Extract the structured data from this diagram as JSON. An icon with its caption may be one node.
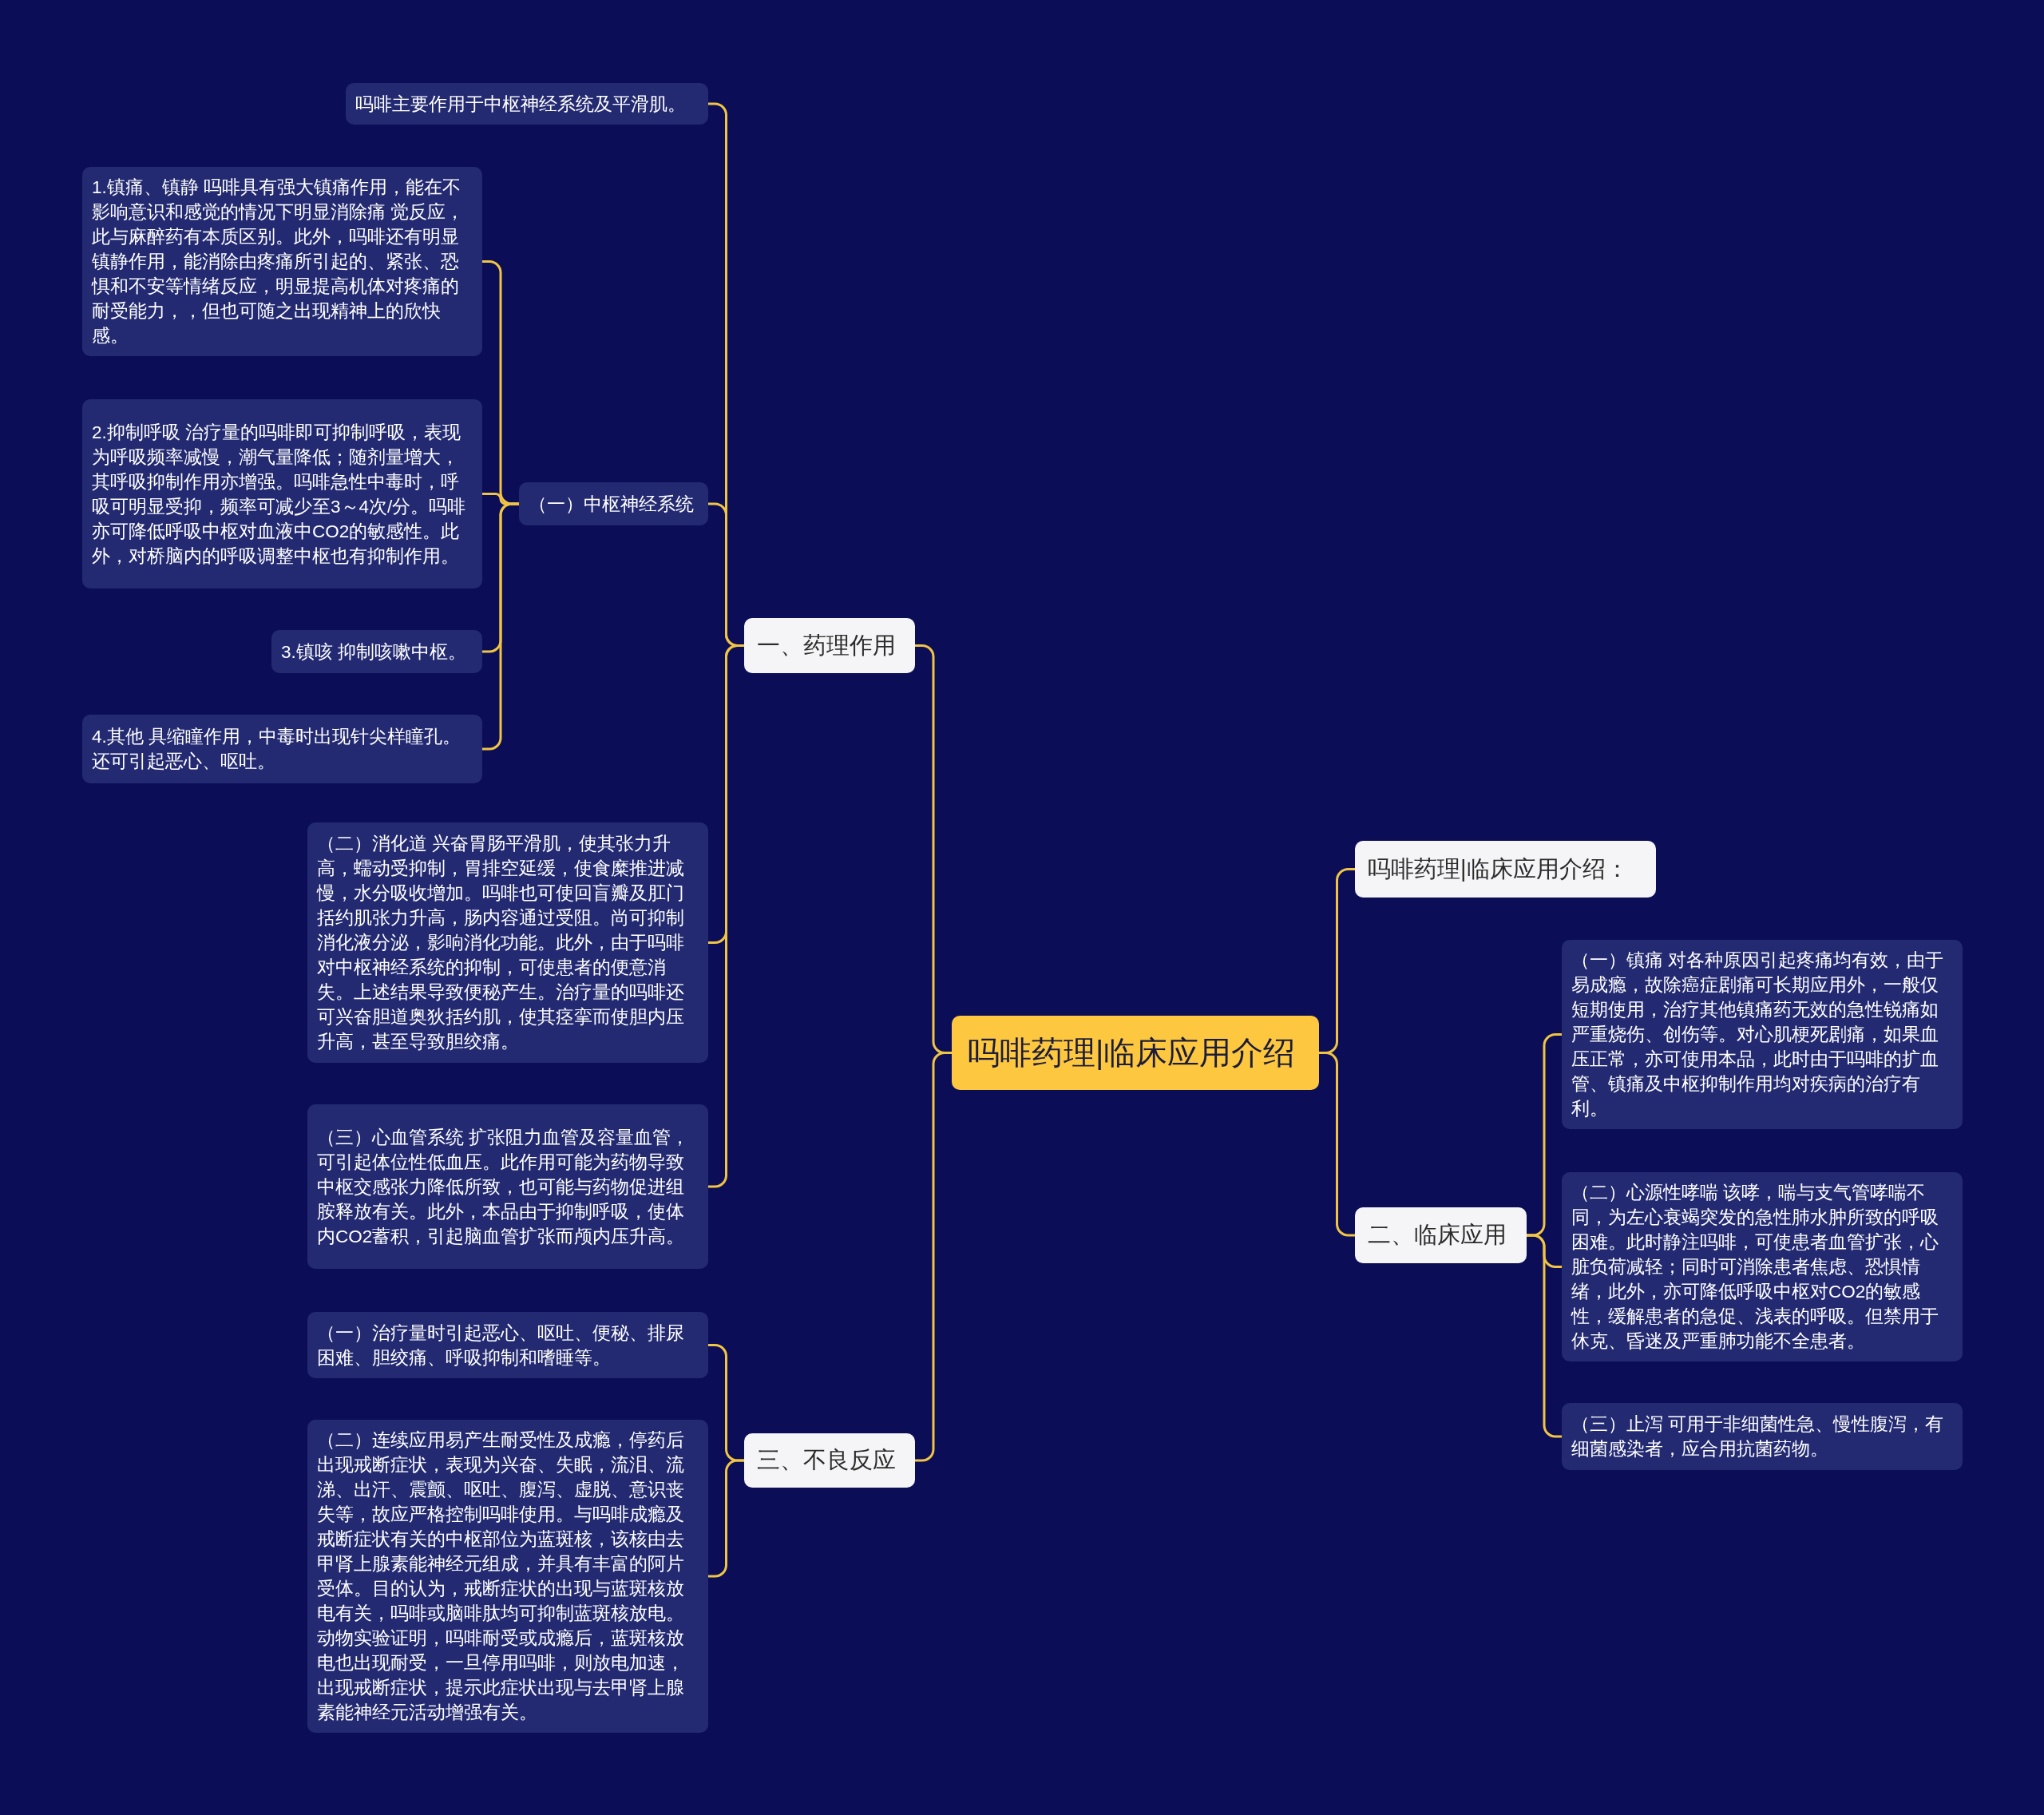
{
  "diagram": {
    "nodes": [
      {
        "text": [
          "吗啡药理|临床应用介绍"
        ]
      },
      {
        "text": [
          "一、药理作用"
        ]
      },
      {
        "text": [
          "吗啡主要作用于中枢神经系统及平滑肌。"
        ]
      },
      {
        "text": [
          "（一）中枢神经系统"
        ]
      },
      {
        "text": [
          "1.镇痛、镇静 吗啡具有强大镇痛作用，能在不影响意识和感觉的情况下明显消除痛 觉反应，此与麻醉药有本质区别。此外，吗啡还有明显镇静作用，能消除由疼痛所引起的、紧张、恐惧和不安等情绪反应，明显提高机体对疼痛的耐受能力，，但也可随之出现精神上的欣快感。"
        ]
      },
      {
        "text": [
          "2.抑制呼吸 治疗量的吗啡即可抑制呼吸，表现为呼吸频率减慢，潮气量降低；随剂量增大，其呼吸抑制作用亦增强。吗啡急性中毒时，呼吸可明显受抑，频率可减少至3～4次/分。吗啡亦可降低呼吸中枢对血液中CO2的敏感性。此外，对桥脑内的呼吸调整中枢也有抑制作用。"
        ]
      },
      {
        "text": [
          "3.镇咳 抑制咳嗽中枢。"
        ]
      },
      {
        "text": [
          "4.其他 具缩瞳作用，中毒时出现针尖样瞳孔。还可引起恶心、呕吐。"
        ]
      },
      {
        "text": [
          "（二）消化道 兴奋胃肠平滑肌，使其张力升高，蠕动受抑制，胃排空延缓，使食糜推进减慢，水分吸收增加。吗啡也可使回盲瓣及肛门括约肌张力升高，肠内容通过受阻。尚可抑制消化液分泌，影响消化功能。此外，由于吗啡对中枢神经系统的抑制，可使患者的便意消失。上述结果导致便秘产生。治疗量的吗啡还可兴奋胆道奥狄括约肌，使其痉挛而使胆内压升高，甚至导致胆绞痛。"
        ]
      },
      {
        "text": [
          "（三）心血管系统 扩张阻力血管及容量血管，可引起体位性低血压。此作用可能为药物导致中枢交感张力降低所致，也可能与药物促进组胺释放有关。此外，本品由于抑制呼吸，使体内CO2蓄积，引起脑血管扩张而颅内压升高。"
        ]
      },
      {
        "text": [
          "三、不良反应"
        ]
      },
      {
        "text": [
          "（一）治疗量时引起恶心、呕吐、便秘、排尿困难、胆绞痛、呼吸抑制和嗜睡等。"
        ]
      },
      {
        "text": [
          "（二）连续应用易产生耐受性及成瘾，停药后出现戒断症状，表现为兴奋、失眠，流泪、流涕、出汗、震颤、呕吐、腹泻、虚脱、意识丧失等，故应严格控制吗啡使用。与吗啡成瘾及戒断症状有关的中枢部位为蓝斑核，该核由去甲肾上腺素能神经元组成，并具有丰富的阿片受体。目的认为，戒断症状的出现与蓝斑核放电有关，吗啡或脑啡肽均可抑制蓝斑核放电。动物实验证明，吗啡耐受或成瘾后，蓝斑核放电也出现耐受，一旦停用吗啡，则放电加速，出现戒断症状，提示此症状出现与去甲肾上腺素能神经元活动增强有关。"
        ]
      },
      {
        "text": [
          "吗啡药理|临床应用介绍："
        ]
      },
      {
        "text": [
          "二、临床应用"
        ]
      },
      {
        "text": [
          "（一）镇痛 对各种原因引起疼痛均有效，由于易成瘾，故除癌症剧痛可长期应用外，一般仅短期使用，治疗其他镇痛药无效的急性锐痛如严重烧伤、创伤等。对心肌梗死剧痛，如果血压正常，亦可使用本品，此时由于吗啡的扩血管、镇痛及中枢抑制作用均对疾病的治疗有利。"
        ]
      },
      {
        "text": [
          "（二）心源性哮喘 该哮，喘与支气管哮喘不同，为左心衰竭突发的急性肺水肿所致的呼吸困难。此时静注吗啡，可使患者血管扩张，心脏负荷减轻；同时可消除患者焦虑、恐惧情绪，此外，亦可降低呼吸中枢对CO2的敏感性，缓解患者的急促、浅表的呼吸。但禁用于休克、昏迷及严重肺功能不全患者。"
        ]
      },
      {
        "text": [
          "（三）止泻 可用于非细菌性急、慢性腹泻，有细菌感染者，应合用抗菌药物。"
        ]
      }
    ],
    "edges": [
      {
        "from": 0,
        "to": 1,
        "arrow": "none"
      },
      {
        "from": 0,
        "to": 10,
        "arrow": "none"
      },
      {
        "from": 0,
        "to": 13,
        "arrow": "none"
      },
      {
        "from": 0,
        "to": 14,
        "arrow": "none"
      },
      {
        "from": 1,
        "to": 2,
        "arrow": "none"
      },
      {
        "from": 1,
        "to": 3,
        "arrow": "none"
      },
      {
        "from": 1,
        "to": 8,
        "arrow": "none"
      },
      {
        "from": 1,
        "to": 9,
        "arrow": "none"
      },
      {
        "from": 3,
        "to": 4,
        "arrow": "none"
      },
      {
        "from": 3,
        "to": 5,
        "arrow": "none"
      },
      {
        "from": 3,
        "to": 6,
        "arrow": "none"
      },
      {
        "from": 3,
        "to": 7,
        "arrow": "none"
      },
      {
        "from": 10,
        "to": 11,
        "arrow": "none"
      },
      {
        "from": 10,
        "to": 12,
        "arrow": "none"
      },
      {
        "from": 14,
        "to": 15,
        "arrow": "none"
      },
      {
        "from": 14,
        "to": 16,
        "arrow": "none"
      },
      {
        "from": 14,
        "to": 17,
        "arrow": "none"
      }
    ]
  }
}
